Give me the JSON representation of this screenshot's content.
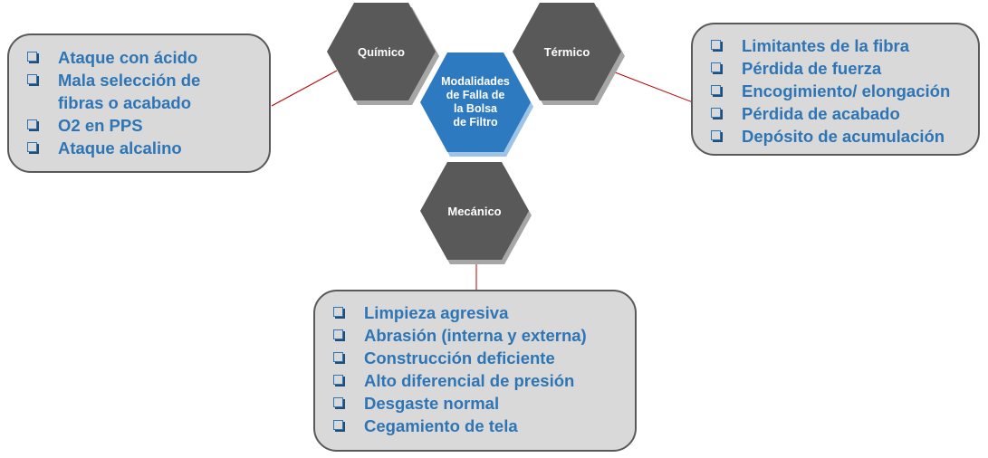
{
  "center": {
    "label": "Modalidades\nde Falla de\nla Bolsa\nde Filtro",
    "color": "#2e7ac0"
  },
  "categories": {
    "quimico": "Químico",
    "termico": "Térmico",
    "mecanico": "Mecánico"
  },
  "lists": {
    "quimico": [
      "Ataque con ácido",
      "Mala selección de\nfibras o acabado",
      "O2 en PPS",
      "Ataque alcalino"
    ],
    "termico": [
      "Limitantes de la fibra",
      "Pérdida de fuerza",
      "Encogimiento/ elongación",
      "Pérdida de acabado",
      "Depósito de acumulación"
    ],
    "mecanico": [
      "Limpieza agresiva",
      "Abrasión (interna y externa)",
      "Construcción deficiente",
      "Alto diferencial de presión",
      "Desgaste normal",
      "Cegamiento de tela"
    ]
  },
  "colors": {
    "hex_fill": "#595959",
    "hex_shadow": "#a6a6a6",
    "box_fill": "#d9d9d9",
    "box_border": "#595959",
    "text_blue": "#2e75b6",
    "connector": "#c00000"
  }
}
